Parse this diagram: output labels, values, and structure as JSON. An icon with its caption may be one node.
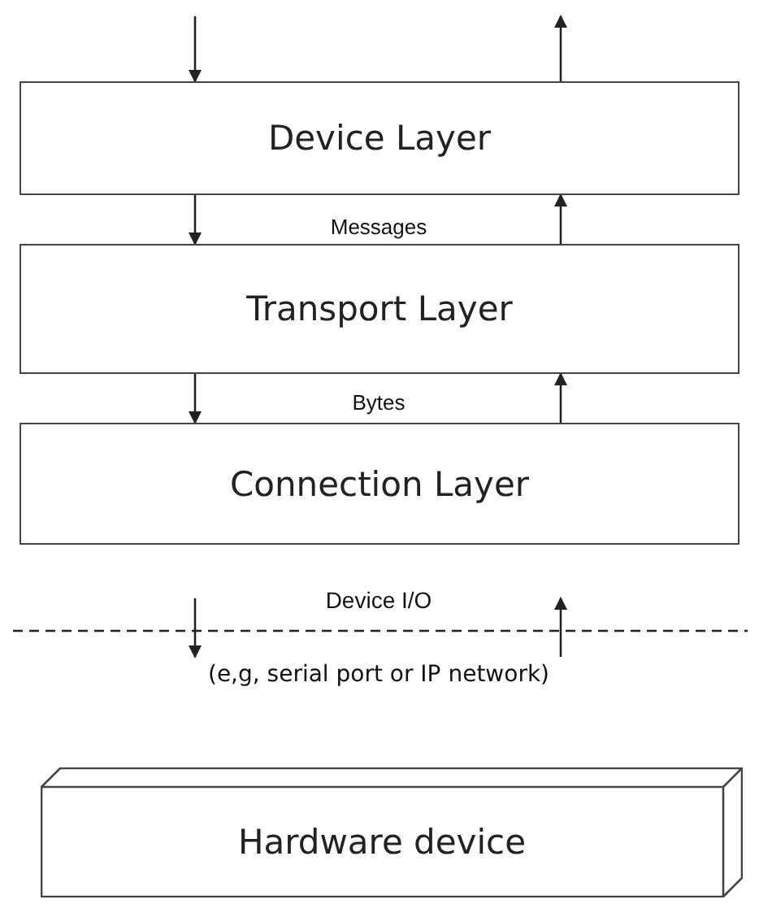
{
  "diagram": {
    "nodes": [
      {
        "text": [
          "Device Layer"
        ]
      },
      {
        "text": [
          "Transport Layer"
        ]
      },
      {
        "text": [
          "Connection Layer"
        ]
      },
      {
        "text": [
          "Hardware device"
        ]
      }
    ],
    "edges": [
      {
        "from": null,
        "to": 0,
        "arrow": "to"
      },
      {
        "from": 0,
        "to": null,
        "arrow": "to"
      },
      {
        "from": 0,
        "to": 1,
        "arrow": "to"
      },
      {
        "from": 1,
        "to": 0,
        "arrow": "to"
      },
      {
        "from": 1,
        "to": 2,
        "arrow": "to"
      },
      {
        "from": 2,
        "to": 1,
        "arrow": "to"
      }
    ],
    "labels": [
      "Messages",
      "Bytes",
      "Device I/O",
      "(e,g, serial port or IP network)"
    ]
  }
}
